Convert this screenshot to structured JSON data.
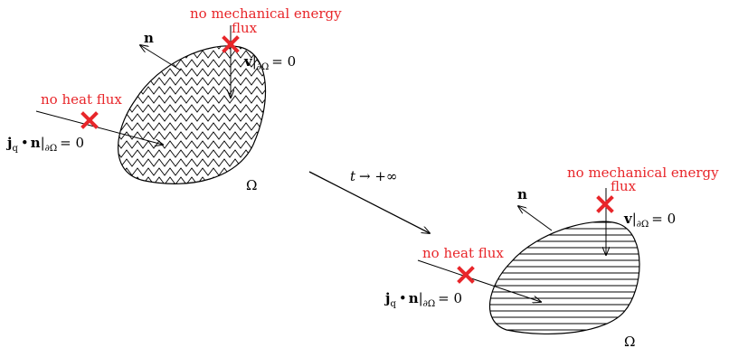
{
  "colors": {
    "accent_red": "#e8262a",
    "ink": "#000000"
  },
  "left": {
    "mech_line1": "no mechanical energy",
    "mech_line2": "flux",
    "heat": "no heat flux",
    "normal": "n",
    "domain": "Ω",
    "v_bold": "v",
    "v_sub": "∂Ω",
    "v_rhs": "= 0",
    "j_bold": "j",
    "j_q": "q",
    "j_dot": "•",
    "j_n": "n",
    "j_sub": "∂Ω",
    "j_rhs": "= 0"
  },
  "center": {
    "t": "t",
    "limit": "→ +∞"
  },
  "right": {
    "mech_line1": "no mechanical energy",
    "mech_line2": "flux",
    "heat": "no heat flux",
    "normal": "n",
    "domain": "Ω",
    "v_bold": "v",
    "v_sub": "∂Ω",
    "v_rhs": "= 0",
    "j_bold": "j",
    "j_q": "q",
    "j_dot": "•",
    "j_n": "n",
    "j_sub": "∂Ω",
    "j_rhs": "= 0"
  }
}
